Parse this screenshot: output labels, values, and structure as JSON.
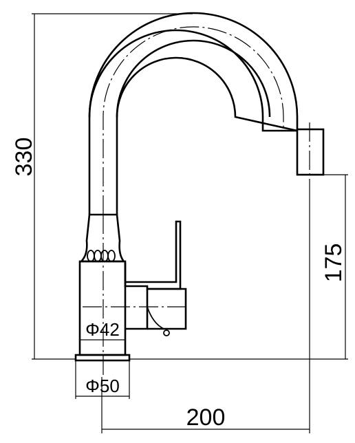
{
  "dimensions": {
    "total_height": "330",
    "spout_height": "175",
    "reach": "200",
    "body_diameter": "Φ42",
    "base_diameter": "Φ50"
  }
}
